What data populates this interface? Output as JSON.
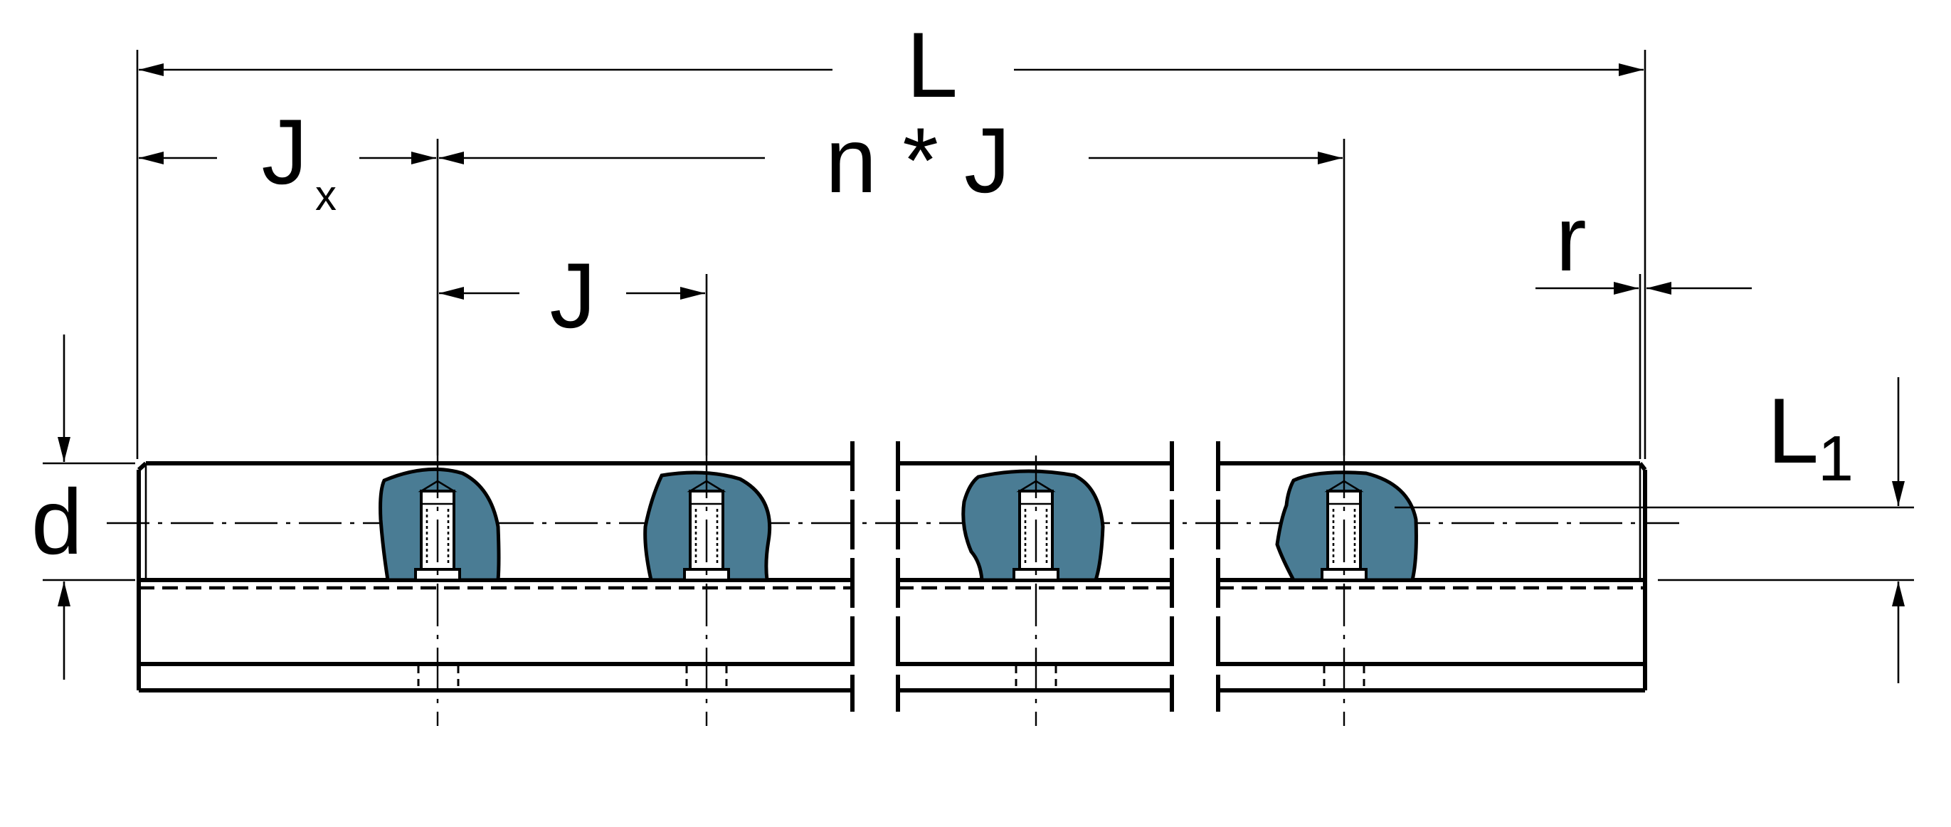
{
  "labels": {
    "L": "L",
    "Jx_main": "J",
    "Jx_sub": "x",
    "nJ": "n * J",
    "J": "J",
    "r": "r",
    "L1_main": "L",
    "L1_sub": "1",
    "d": "d"
  },
  "colors": {
    "clamp_fill": "#4a7c94",
    "line": "#000000",
    "background": "#ffffff"
  }
}
